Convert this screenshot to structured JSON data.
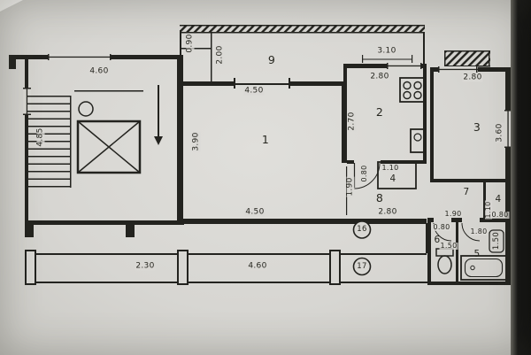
{
  "colors": {
    "paper": "#d8d7d3",
    "ink": "#23231f",
    "photo_edge": "#131312"
  },
  "labels": {
    "r1": "1",
    "r2": "2",
    "r3": "3",
    "r4a": "4",
    "r4b": "4",
    "r5": "5",
    "r6": "6",
    "r7": "7",
    "r8": "8",
    "r9": "9"
  },
  "dims": {
    "stair_top": "4.60",
    "stair_side": "4.85",
    "balc9_depth": "0.90",
    "balc9_width": "2.00",
    "r1_top": "4.50",
    "r1_side": "3.90",
    "r1_bottom": "4.50",
    "r1_opening": "1.90",
    "r2_out": "3.10",
    "r2_width": "2.80",
    "r2_side": "2.70",
    "r3_width": "2.80",
    "r3_side": "3.60",
    "r4a_width": "1.10",
    "r4a_depth": "0.80",
    "r8_width": "2.80",
    "r4b_width": "1.10",
    "r4b_depth": "0.80",
    "vestibule": "1.90",
    "r6_width": "0.80",
    "r6_depth": "1.50",
    "r5_width": "1.80",
    "level_mark": "1.50",
    "balc_seg1": "2.30",
    "balc_seg2": "4.60"
  },
  "refs": {
    "n16": "16",
    "n17": "17"
  }
}
